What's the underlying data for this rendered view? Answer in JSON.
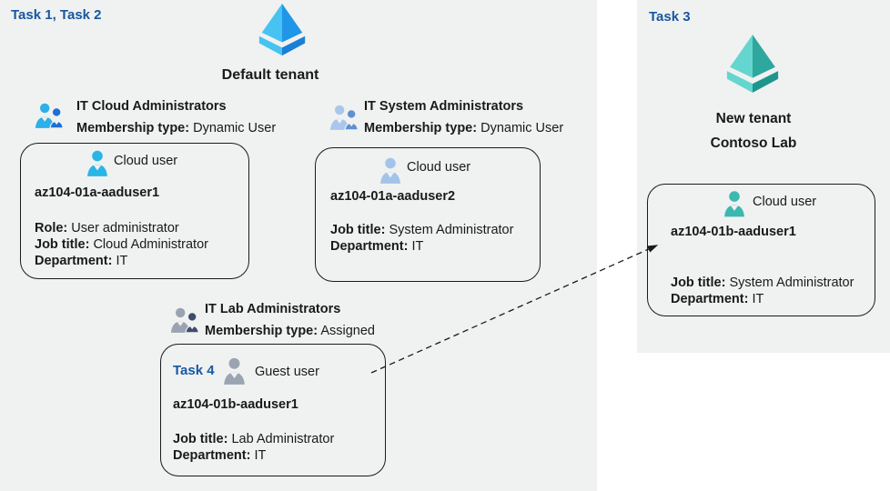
{
  "colors": {
    "canvas_bg": "#ffffff",
    "panel_bg": "#f0f1f1",
    "task_label_blue": "#1758a0",
    "box_border": "#1b1b1b",
    "tenant_icon_blue_light": "#47c3f2",
    "tenant_icon_blue_dark": "#1f96e8",
    "tenant_icon_teal_light": "#64d6cf",
    "tenant_icon_teal_dark": "#2ea79d",
    "user_icon_cyan": "#29b5e6",
    "user_icon_steel": "#a3c3e9",
    "user_icon_gray": "#9aa4b2",
    "user_icon_teal": "#3cb8b1"
  },
  "icons": {
    "default_tenant": "azure-tenant-pyramid-icon",
    "new_tenant": "azure-tenant-pyramid-icon",
    "group": "two-users-group-icon",
    "user": "single-user-icon"
  },
  "left": {
    "task_label": "Task 1, Task 2",
    "tenant_name": "Default tenant",
    "group1": {
      "name": "IT Cloud Administrators",
      "membership_label": "Membership type:",
      "membership_value": "Dynamic User"
    },
    "group2": {
      "name": "IT System Administrators",
      "membership_label": "Membership type:",
      "membership_value": "Dynamic User"
    },
    "group3": {
      "name": "IT Lab Administrators",
      "membership_label": "Membership type:",
      "membership_value": "Assigned"
    },
    "user1": {
      "type_label": "Cloud user",
      "name": "az104-01a-aaduser1",
      "role_label": "Role:",
      "role_value": "User administrator",
      "job_label": "Job title:",
      "job_value": "Cloud Administrator",
      "dept_label": "Department:",
      "dept_value": "IT"
    },
    "user2": {
      "type_label": "Cloud user",
      "name": "az104-01a-aaduser2",
      "job_label": "Job title:",
      "job_value": "System Administrator",
      "dept_label": "Department:",
      "dept_value": "IT"
    },
    "user3": {
      "task_label": "Task 4",
      "type_label": "Guest user",
      "name": "az104-01b-aaduser1",
      "job_label": "Job title:",
      "job_value": "Lab Administrator",
      "dept_label": "Department:",
      "dept_value": "IT"
    }
  },
  "right": {
    "task_label": "Task 3",
    "tenant_name_line1": "New tenant",
    "tenant_name_line2": "Contoso Lab",
    "user": {
      "type_label": "Cloud user",
      "name": "az104-01b-aaduser1",
      "job_label": "Job title:",
      "job_value": "System Administrator",
      "dept_label": "Department:",
      "dept_value": "IT"
    }
  }
}
